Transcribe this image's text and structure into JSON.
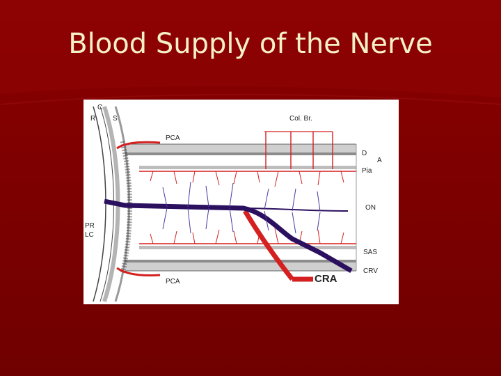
{
  "slide": {
    "title": "Blood Supply of the Nerve"
  },
  "colors": {
    "background": "#7c0000",
    "title": "#f4f0c8",
    "artery": "#d42020",
    "vein": "#2c1060"
  },
  "diagram": {
    "labels": {
      "c": "C",
      "r": "R",
      "s": "S",
      "pca_top": "PCA",
      "col_br": "Col. Br.",
      "d": "D",
      "a": "A",
      "pia": "Pia",
      "on": "ON",
      "pr": "PR",
      "lc": "LC",
      "sas": "SAS",
      "crv": "CRV",
      "cra": "CRA",
      "pca_bottom": "PCA"
    }
  }
}
